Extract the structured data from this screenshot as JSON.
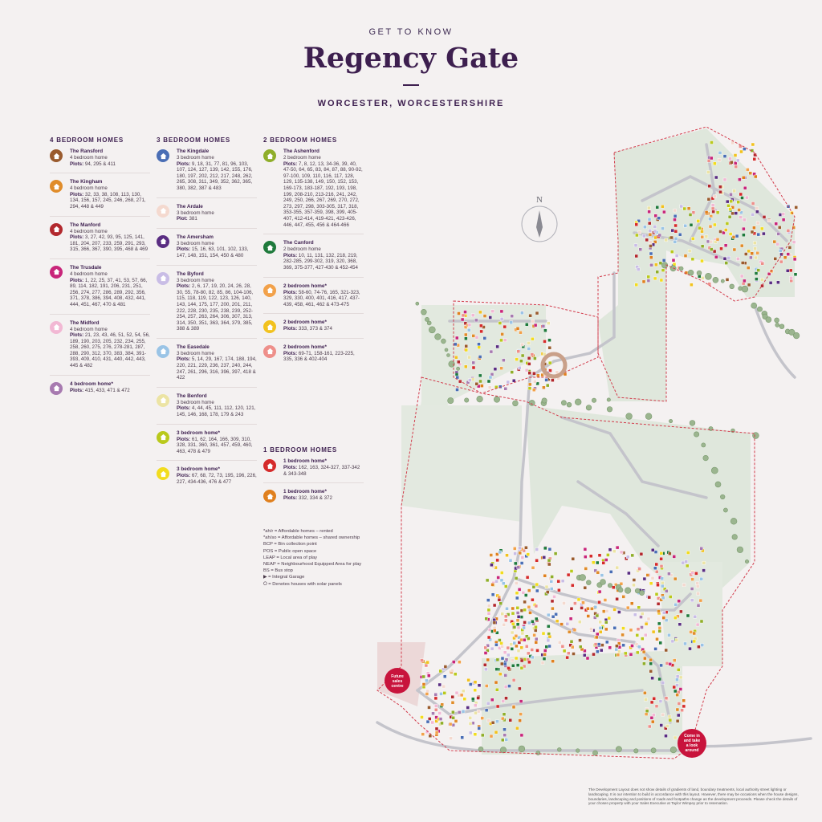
{
  "header": {
    "kicker": "GET TO KNOW",
    "title": "Regency Gate",
    "location": "WORCESTER, WORCESTERSHIRE"
  },
  "colors": {
    "brand": "#3d1f4f",
    "boundary": "#d23b4b",
    "road": "#b8b8bf",
    "green": "#d9e3d6",
    "tree": "#7fa276",
    "marker": "#c8143c"
  },
  "legend": {
    "four": {
      "heading": "4 BEDROOM HOMES",
      "items": [
        {
          "name": "The Ransford",
          "bed": "4 bedroom home",
          "plots_label": "Plots:",
          "plots": "94, 295 & 411",
          "color": "#9a5b2e",
          "icon": "house-icon"
        },
        {
          "name": "The Kingham",
          "bed": "4 bedroom home",
          "plots_label": "Plots:",
          "plots": "32, 33, 38, 108, 113, 130, 134, 156, 157, 245, 246, 268, 271, 294, 448 & 449",
          "color": "#e08c2a",
          "icon": "house-icon"
        },
        {
          "name": "The Manford",
          "bed": "4 bedroom home",
          "plots_label": "Plots:",
          "plots": "3, 27, 42, 93, 95, 125, 141, 181, 204, 207, 233, 259, 291, 293, 315, 366, 367, 390, 395, 468 & 469",
          "color": "#b2282d",
          "icon": "house-icon"
        },
        {
          "name": "The Trusdale",
          "bed": "4 bedroom home",
          "plots_label": "Plots:",
          "plots": "1, 22, 25, 37, 41, 53, 57, 66, 89, 114, 182, 191, 206, 231, 251, 256, 274, 277, 286, 289, 292, 356, 371, 378, 386, 394, 408, 432, 441, 444, 451, 467, 470 & 481",
          "color": "#c8257a",
          "icon": "house-icon"
        },
        {
          "name": "The Midford",
          "bed": "4 bedroom home",
          "plots_label": "Plots:",
          "plots": "21, 23, 43, 46, 51, 52, 54, 56, 189, 190, 203, 205, 232, 234, 255, 258, 260, 275, 276, 278-281, 287, 288, 290, 312, 370, 383, 384, 391-393, 409, 410, 431, 440, 442, 443, 445 & 482",
          "color": "#f2b8d4",
          "icon": "house-icon"
        },
        {
          "name": "4 bedroom home*",
          "bed": "",
          "plots_label": "Plots:",
          "plots": "415, 433, 471 & 472",
          "color": "#a77ab0",
          "icon": "house-icon"
        }
      ]
    },
    "three": {
      "heading": "3 BEDROOM HOMES",
      "items": [
        {
          "name": "The Kingdale",
          "bed": "3 bedroom home",
          "plots_label": "Plots:",
          "plots": "9, 18, 31, 77, 81, 96, 103, 107, 124, 127, 139, 142, 155, 176, 180, 197, 202, 212, 217, 248, 262, 265, 308, 311, 349, 352, 362, 365, 380, 382, 387 & 483",
          "color": "#4a6eb5",
          "icon": "house-icon"
        },
        {
          "name": "The Ardale",
          "bed": "3 bedroom home",
          "plots_label": "Plot:",
          "plots": "381",
          "color": "#f4d9cf",
          "icon": "house-icon"
        },
        {
          "name": "The Amersham",
          "bed": "3 bedroom home",
          "plots_label": "Plots:",
          "plots": "15, 16, 63, 101, 102, 133, 147, 148, 151, 154, 450 & 480",
          "color": "#5a2d82",
          "icon": "house-icon"
        },
        {
          "name": "The Byford",
          "bed": "3 bedroom home",
          "plots_label": "Plots:",
          "plots": "2, 6, 17, 19, 20, 24, 26, 28, 30, 55, 78-80, 82, 85, 86, 104-106, 115, 118, 119, 122, 123, 126, 140, 143, 144, 175, 177, 200, 201, 211, 222, 228, 230, 235, 238, 239, 252-254, 257, 263, 264, 306, 307, 313, 314, 350, 351, 363, 364, 379, 385, 388 & 389",
          "color": "#c9bde6",
          "icon": "house-icon"
        },
        {
          "name": "The Easedale",
          "bed": "3 bedroom home",
          "plots_label": "Plots:",
          "plots": "5, 14, 29, 167, 174, 188, 194, 220, 221, 229, 236, 237, 240, 244, 247, 261, 296, 316, 396, 397, 418 & 422",
          "color": "#9ac4e6",
          "icon": "house-icon"
        },
        {
          "name": "The Benford",
          "bed": "3 bedroom home",
          "plots_label": "Plots:",
          "plots": "4, 44, 45, 111, 112, 120, 121, 145, 146, 168, 178, 179 & 243",
          "color": "#ece4a4",
          "icon": "house-icon"
        },
        {
          "name": "3 bedroom home*",
          "bed": "",
          "plots_label": "Plots:",
          "plots": "61, 62, 164, 166, 309, 310, 328, 331, 360, 361, 457, 459, 460, 463, 478 & 479",
          "color": "#b9c91c",
          "icon": "house-icon"
        },
        {
          "name": "3 bedroom home*",
          "bed": "",
          "plots_label": "Plots:",
          "plots": "67, 68, 72, 73, 195, 196, 226, 227, 434-436, 476 & 477",
          "color": "#f2dc1e",
          "icon": "house-icon"
        }
      ]
    },
    "two": {
      "heading": "2 BEDROOM HOMES",
      "items": [
        {
          "name": "The Ashenford",
          "bed": "2 bedroom home",
          "plots_label": "Plots:",
          "plots": "7, 8, 12, 13, 34-36, 39, 40, 47-50, 64, 65, 83, 84, 87, 88, 90-92, 97-100, 109, 110, 116, 117, 128, 129, 135-138, 149, 150, 152, 153, 169-173, 183-187, 192, 193, 198, 199, 208-210, 213-216, 241, 242, 249, 250, 266, 267, 269, 270, 272, 273, 297, 298, 303-305, 317, 318, 353-355, 357-359, 398, 399, 405-407, 412-414, 419-421, 423-426, 446, 447, 455, 456 & 464-466",
          "color": "#8fae2a",
          "icon": "house-icon"
        },
        {
          "name": "The Canford",
          "bed": "2 bedroom home",
          "plots_label": "Plots:",
          "plots": "10, 11, 131, 132, 218, 219, 282-285, 299-302, 319, 320, 368, 369, 375-377, 427-430 & 452-454",
          "color": "#1f7a3c",
          "icon": "house-icon"
        },
        {
          "name": "2 bedroom home*",
          "bed": "",
          "plots_label": "Plots:",
          "plots": "58-60, 74-76, 165, 321-323, 329, 330, 400, 401, 416, 417, 437-439, 458, 461, 462 & 473-475",
          "color": "#f2a14a",
          "icon": "house-icon"
        },
        {
          "name": "2 bedroom home*",
          "bed": "",
          "plots_label": "Plots:",
          "plots": "333, 373 & 374",
          "color": "#f2c21e",
          "icon": "house-icon"
        },
        {
          "name": "2 bedroom home*",
          "bed": "",
          "plots_label": "Plots:",
          "plots": "69-71, 158-161, 223-225, 335, 336 & 402-404",
          "color": "#ee8f8a",
          "icon": "house-icon"
        }
      ]
    },
    "one": {
      "heading": "1 BEDROOM HOMES",
      "items": [
        {
          "name": "1 bedroom home*",
          "bed": "",
          "plots_label": "Plots:",
          "plots": "162, 163, 324-327, 337-342 & 343-348",
          "color": "#d52b2b",
          "icon": "house-icon"
        },
        {
          "name": "1 bedroom home*",
          "bed": "",
          "plots_label": "Plots:",
          "plots": "332, 334 & 372",
          "color": "#e0801e",
          "icon": "house-icon"
        }
      ]
    }
  },
  "notes": [
    "*ah/r = Affordable homes – rented",
    "*ah/so = Affordable homes – shared ownership",
    "BCP = Bin collection point",
    "POS = Public open space",
    "LEAP = Local area of play",
    "NEAP = Neighbourhood Equipped Area for play",
    "BS = Bus stop",
    "= Integral Garage",
    "= Denotes houses with solar panels"
  ],
  "map": {
    "compass_label": "N",
    "future_sales": "Future sales centre",
    "come_in": "Come in and take a look around"
  },
  "disclaimer": "The Development Layout does not show details of gradients of land, boundary treatments, local authority street lighting or landscaping. It is our intention to build in accordance with this layout. However, there may be occasions when the house designs, boundaries, landscaping and positions of roads and footpaths change as the development proceeds. Please check the details of your chosen property with your Sales Executive at Taylor Wimpey prior to reservation."
}
